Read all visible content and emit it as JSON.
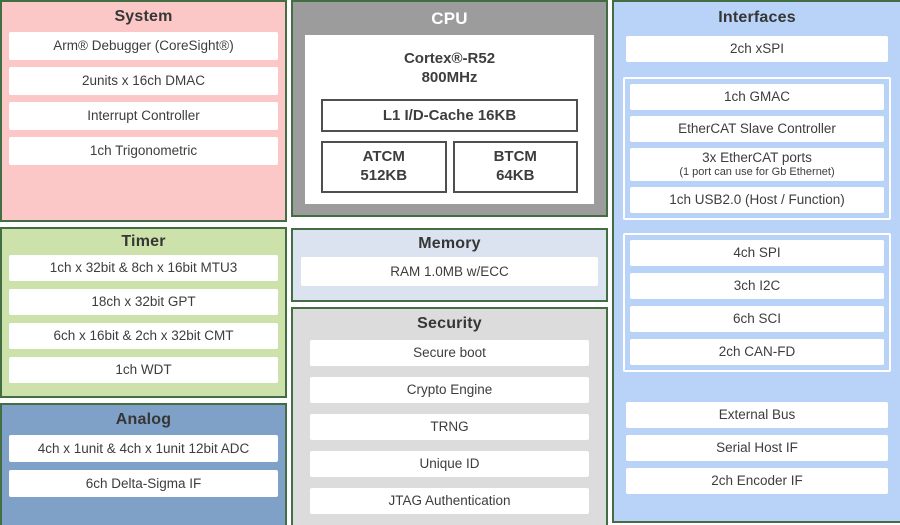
{
  "colors": {
    "border": "#436d43",
    "system": "#fcc7c7",
    "timer": "#cce2aa",
    "analog": "#7fa0c7",
    "cpu": "#9c9c9c",
    "memory": "#dbe3f0",
    "security": "#dcdcdc",
    "interfaces": "#b9d3f8",
    "text": "#3d3d3d",
    "title": "#363636",
    "cpu_box_border": "#4f4f4f"
  },
  "system": {
    "title": "System",
    "items": [
      "Arm® Debugger (CoreSight®)",
      "2units x 16ch DMAC",
      "Interrupt Controller",
      "1ch Trigonometric"
    ]
  },
  "timer": {
    "title": "Timer",
    "items": [
      "1ch x 32bit & 8ch x 16bit MTU3",
      "18ch x 32bit GPT",
      "6ch x 16bit & 2ch x 32bit CMT",
      "1ch WDT"
    ]
  },
  "analog": {
    "title": "Analog",
    "items": [
      "4ch x 1unit & 4ch x 1unit 12bit ADC",
      "6ch Delta-Sigma IF"
    ]
  },
  "cpu": {
    "title": "CPU",
    "core": "Cortex®-R52",
    "freq": "800MHz",
    "cache": "L1 I/D-Cache 16KB",
    "atcm": {
      "name": "ATCM",
      "size": "512KB"
    },
    "btcm": {
      "name": "BTCM",
      "size": "64KB"
    }
  },
  "memory": {
    "title": "Memory",
    "items": [
      "RAM 1.0MB w/ECC"
    ]
  },
  "security": {
    "title": "Security",
    "items": [
      "Secure boot",
      "Crypto Engine",
      "TRNG",
      "Unique ID",
      "JTAG Authentication"
    ]
  },
  "interfaces": {
    "title": "Interfaces",
    "top_item": "2ch xSPI",
    "group1": [
      {
        "label": "1ch GMAC"
      },
      {
        "label": "EtherCAT Slave Controller"
      },
      {
        "label": "3x EtherCAT ports",
        "sub": "(1 port can use for Gb Ethernet)"
      },
      {
        "label": "1ch USB2.0 (Host / Function)"
      }
    ],
    "group2": [
      {
        "label": "4ch SPI"
      },
      {
        "label": "3ch I2C"
      },
      {
        "label": "6ch SCI"
      },
      {
        "label": "2ch CAN-FD"
      }
    ],
    "bottom": [
      {
        "label": "External Bus"
      },
      {
        "label": "Serial Host IF"
      },
      {
        "label": "2ch Encoder IF"
      }
    ]
  }
}
